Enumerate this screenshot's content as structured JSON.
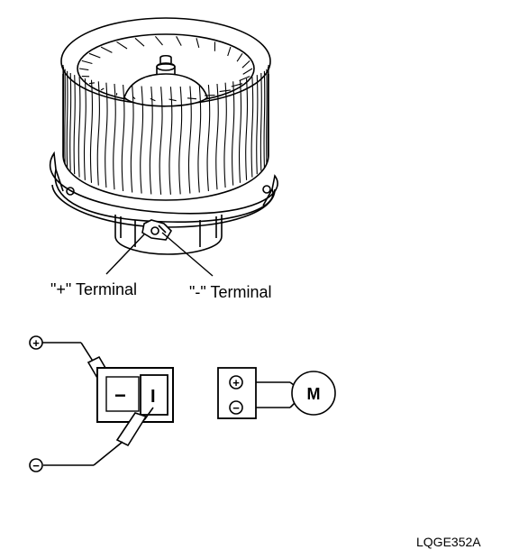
{
  "labels": {
    "plus_terminal": "\"+\" Terminal",
    "minus_terminal": "\"-\" Terminal",
    "figure_code": "LQGE352A",
    "connector_minus": "−",
    "connector_plus": "I",
    "motor": "M",
    "plus_symbol": "+",
    "minus_symbol": "−"
  },
  "colors": {
    "ink": "#000000",
    "background": "#ffffff"
  }
}
